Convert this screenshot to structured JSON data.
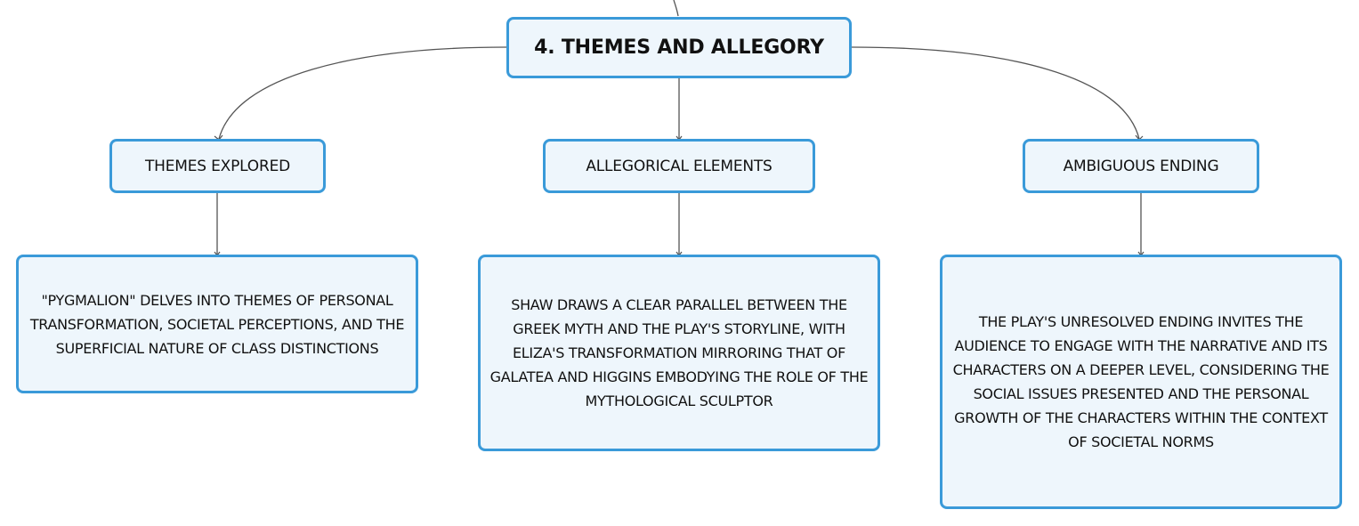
{
  "root": {
    "label": "4. THEMES AND ALLEGORY"
  },
  "branches": [
    {
      "label": "THEMES EXPLORED",
      "detail": "\"PYGMALION\" DELVES INTO THEMES OF PERSONAL TRANSFORMATION, SOCIETAL PERCEPTIONS, AND THE SUPERFICIAL NATURE OF CLASS DISTINCTIONS"
    },
    {
      "label": "ALLEGORICAL ELEMENTS",
      "detail": "SHAW DRAWS A CLEAR PARALLEL BETWEEN THE GREEK MYTH AND THE PLAY'S STORYLINE, WITH ELIZA'S TRANSFORMATION MIRRORING THAT OF GALATEA AND HIGGINS EMBODYING THE ROLE OF THE MYTHOLOGICAL SCULPTOR"
    },
    {
      "label": "AMBIGUOUS ENDING",
      "detail": "THE PLAY'S UNRESOLVED ENDING INVITES THE AUDIENCE TO ENGAGE WITH THE NARRATIVE AND ITS CHARACTERS ON A DEEPER LEVEL, CONSIDERING THE SOCIAL ISSUES PRESENTED AND THE PERSONAL GROWTH OF THE CHARACTERS WITHIN THE CONTEXT OF SOCIETAL NORMS"
    }
  ],
  "colors": {
    "node_border": "#3a9ad9",
    "node_fill": "#eef6fc",
    "connector": "#555555",
    "text": "#111111"
  }
}
